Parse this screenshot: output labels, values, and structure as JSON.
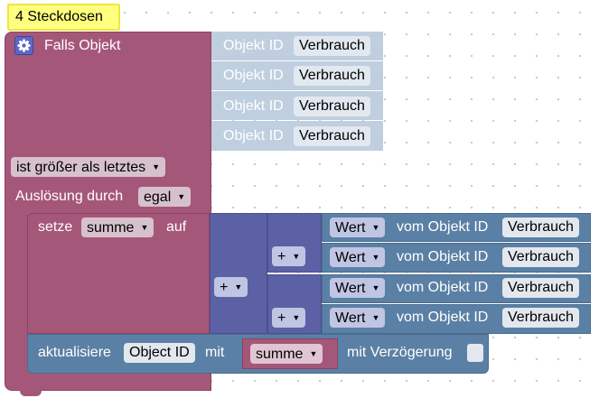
{
  "comment": {
    "text": "4 Steckdosen"
  },
  "trigger": {
    "label": "Falls Objekt",
    "object_id_label": "Objekt ID",
    "objects": [
      "Verbrauch",
      "Verbrauch",
      "Verbrauch",
      "Verbrauch"
    ],
    "condition": "ist größer als letztes",
    "trigger_by_label": "Auslösung durch",
    "trigger_by_value": "egal"
  },
  "set_var": {
    "setze_label": "setze",
    "var_name": "summe",
    "auf_label": "auf",
    "operator": "+",
    "value_rows": [
      {
        "value_label": "Wert",
        "from_label": "vom Objekt ID",
        "object": "Verbrauch"
      },
      {
        "value_label": "Wert",
        "from_label": "vom Objekt ID",
        "object": "Verbrauch"
      },
      {
        "value_label": "Wert",
        "from_label": "vom Objekt ID",
        "object": "Verbrauch"
      },
      {
        "value_label": "Wert",
        "from_label": "vom Objekt ID",
        "object": "Verbrauch"
      }
    ]
  },
  "update": {
    "label": "aktualisiere",
    "object_field": "Object ID",
    "mit_label": "mit",
    "value_var": "summe",
    "delay_label": "mit Verzögerung"
  },
  "colors": {
    "trigger_block": "#a5577a",
    "object_block": "#bfcfdf",
    "math_block": "#5c61a6",
    "value_block": "#5b80a5",
    "comment": "#ffff80"
  }
}
